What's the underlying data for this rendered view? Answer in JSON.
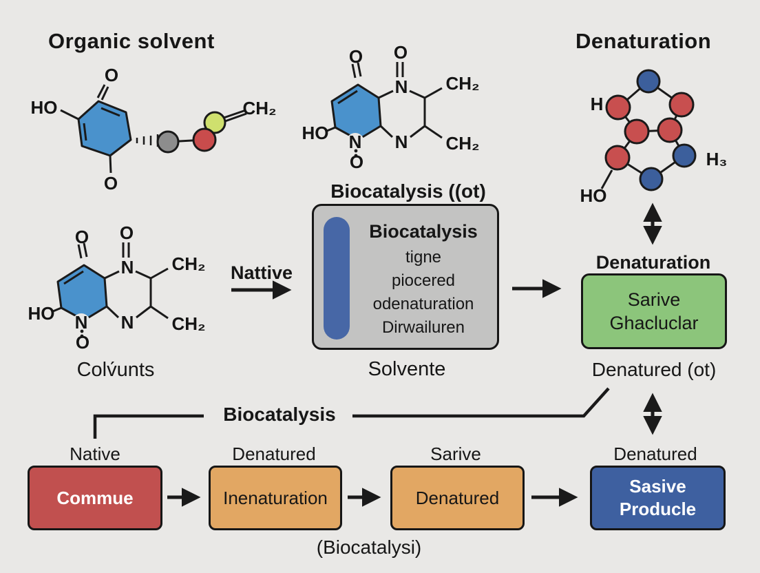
{
  "palette": {
    "background": "#e9e8e6",
    "ink": "#1a1a1a",
    "hexagon_blue": "#4a92cc",
    "gray_sphere": "#8d8d8d",
    "red_sphere": "#c94c4c",
    "yellow_green_sphere": "#cfe06e",
    "node_red": "#c84f4f",
    "node_blue": "#3c5f9c",
    "solvent_box_gray": "#c3c3c2",
    "pill_blue": "#4767a6",
    "green_box": "#8cc57b",
    "red_box": "#c1504f",
    "orange_box": "#e2a763",
    "blue_box": "#3e60a0"
  },
  "organic_solvent": {
    "title": "Organic solvent",
    "atoms": {
      "ho": "HO",
      "o_top": "O",
      "o_bottom": "O",
      "ch2": "CH₂"
    }
  },
  "bicyclic_molecule": {
    "caption_center": "Biocatalysis ((ot)",
    "caption_left": "Colv́unts",
    "atoms": {
      "o_left": "O",
      "o_top": "O",
      "n_top": "N",
      "n_right_bottom": "N",
      "n_left_bottom": "N",
      "o_oxide": "O",
      "ho": "HO",
      "ch2_top": "CH₂",
      "ch2_bottom": "CH₂"
    }
  },
  "denaturation": {
    "title": "Denaturation",
    "atoms": {
      "h": "H",
      "h3": "H₃",
      "ho": "HO"
    },
    "mid_label": "Denaturation",
    "green_box": {
      "line1": "Sarive",
      "line2": "Ghacluclar"
    },
    "below_label": "Denatured (ot)"
  },
  "solvent_panel": {
    "arrow_label": "Nattive",
    "title": "Biocatalysis",
    "lines": [
      "tigne",
      "piocered",
      "odenaturation",
      "Dirwailuren"
    ],
    "caption": "Solvente"
  },
  "flow": {
    "connector_label": "Biocatalysis",
    "caption": "(Biocatalysi)",
    "steps": [
      {
        "label": "Native",
        "text": "Commue"
      },
      {
        "label": "Denatured",
        "text": "Inenaturation"
      },
      {
        "label": "Sarive",
        "text": "Denatured"
      },
      {
        "label": "Denatured",
        "text_line1": "Sasive",
        "text_line2": "Producle"
      }
    ]
  }
}
